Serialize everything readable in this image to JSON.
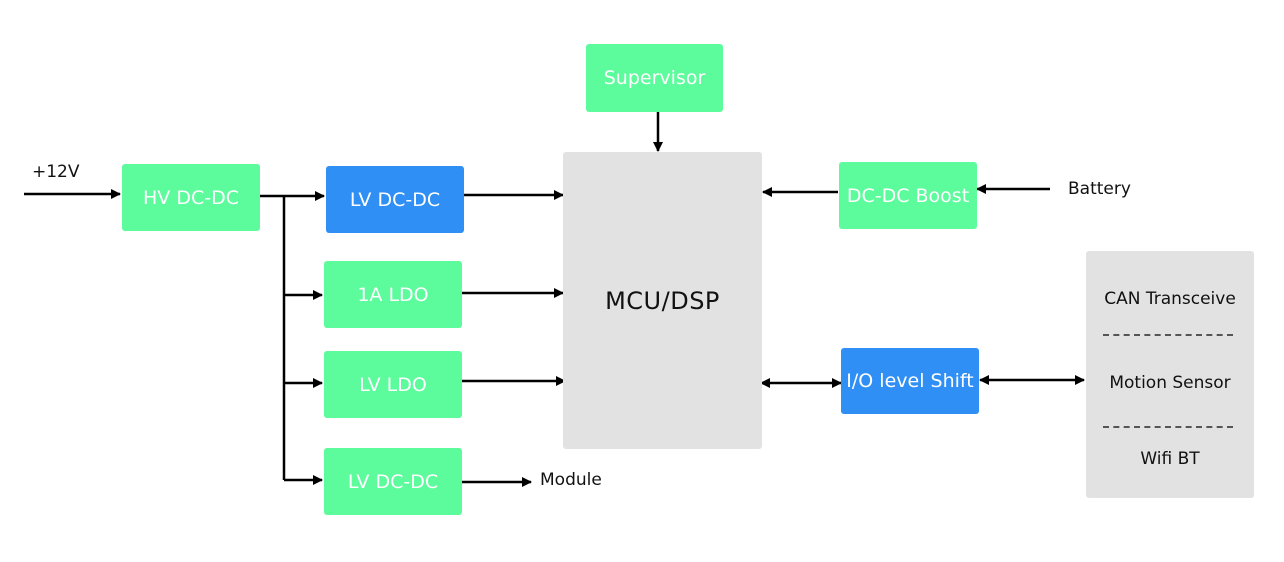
{
  "blocks": {
    "supervisor": "Supervisor",
    "hv_dcdc": "HV DC-DC",
    "lv_dcdc_top": "LV DC-DC",
    "ldo_1a": "1A LDO",
    "lv_ldo": "LV LDO",
    "lv_dcdc_bottom": "LV DC-DC",
    "mcu": "MCU/DSP",
    "dcdc_boost": "DC-DC Boost",
    "io_shift": "I/O level Shift"
  },
  "labels": {
    "input_voltage": "+12V",
    "battery": "Battery",
    "module": "Module"
  },
  "peripherals": [
    "CAN Transceive",
    "Motion Sensor",
    "Wifi BT"
  ],
  "colors": {
    "green_block": "#5cfc9c",
    "blue_block": "#2f8ff5",
    "gray_block": "#e2e2e2",
    "arrow": "#000000"
  }
}
